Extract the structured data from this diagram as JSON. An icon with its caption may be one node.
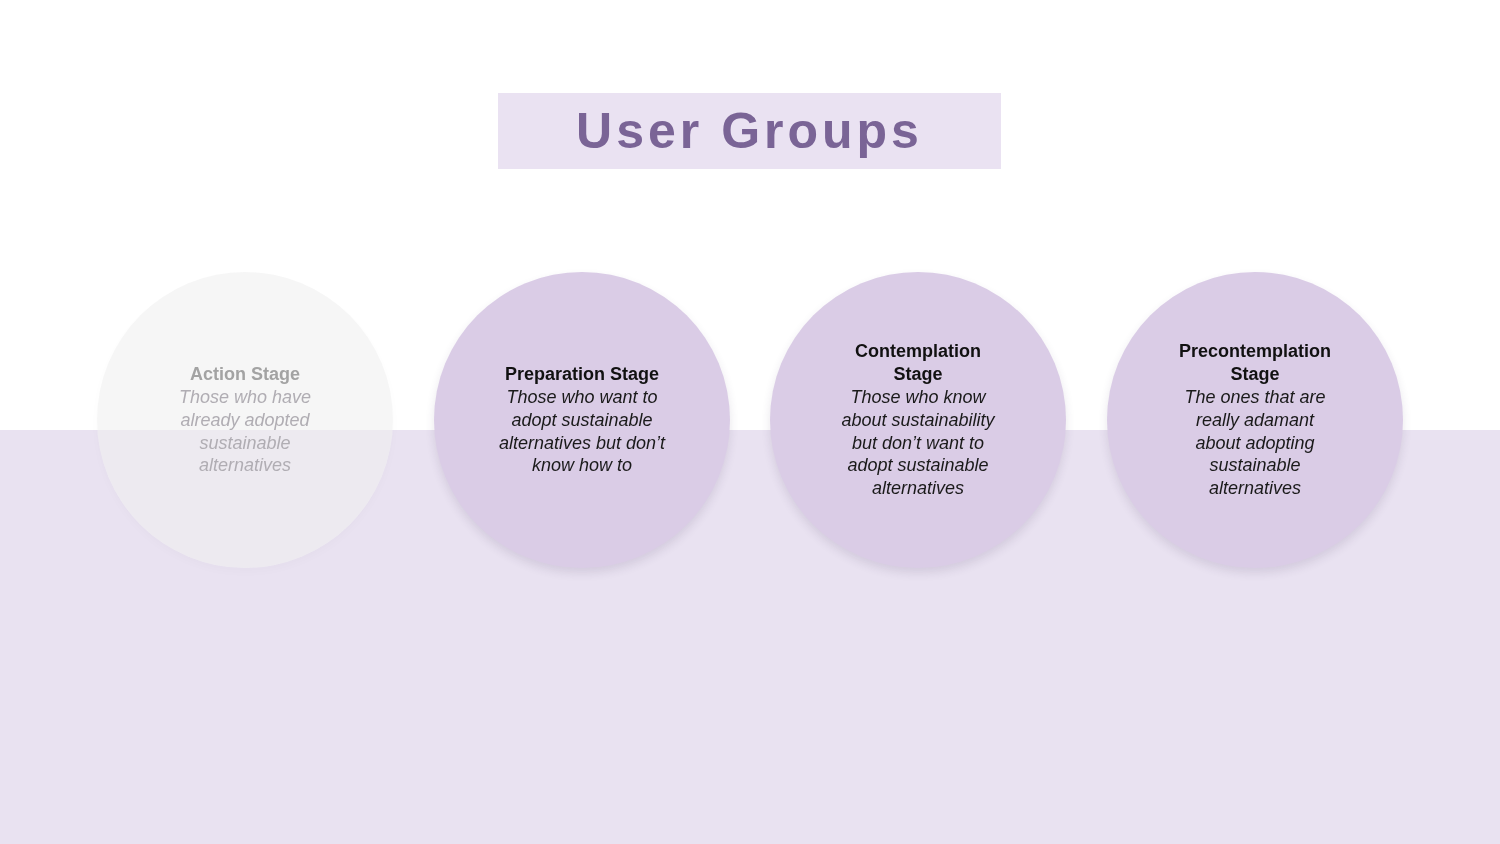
{
  "diagram": {
    "title": "User Groups",
    "nodes": [
      {
        "text": [
          "Action Stage",
          "Those who have already adopted sustainable alternatives"
        ]
      },
      {
        "text": [
          "Preparation Stage",
          "Those who want to adopt sustainable alternatives but don’t know how to"
        ]
      },
      {
        "text": [
          "Contemplation Stage",
          "Those who know about sustainability but don’t want to adopt sustainable alternatives"
        ]
      },
      {
        "text": [
          "Precontemplation Stage",
          "The ones that are really adamant about adopting sustainable alternatives"
        ]
      }
    ]
  }
}
